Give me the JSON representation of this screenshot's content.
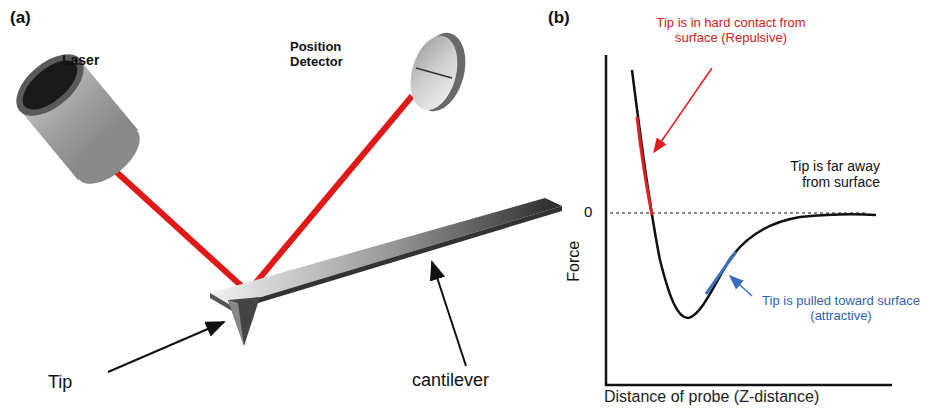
{
  "diagram": {
    "labels": [
      "(a)",
      "Laser",
      "Position Detector",
      "Tip",
      "cantilever",
      "(b)",
      "Tip is in hard contact from surface (Repulsive)",
      "Tip is far away from surface",
      "Tip is pulled toward surface (attractive)",
      "Force",
      "0",
      "Distance of probe (Z-distance)"
    ]
  }
}
